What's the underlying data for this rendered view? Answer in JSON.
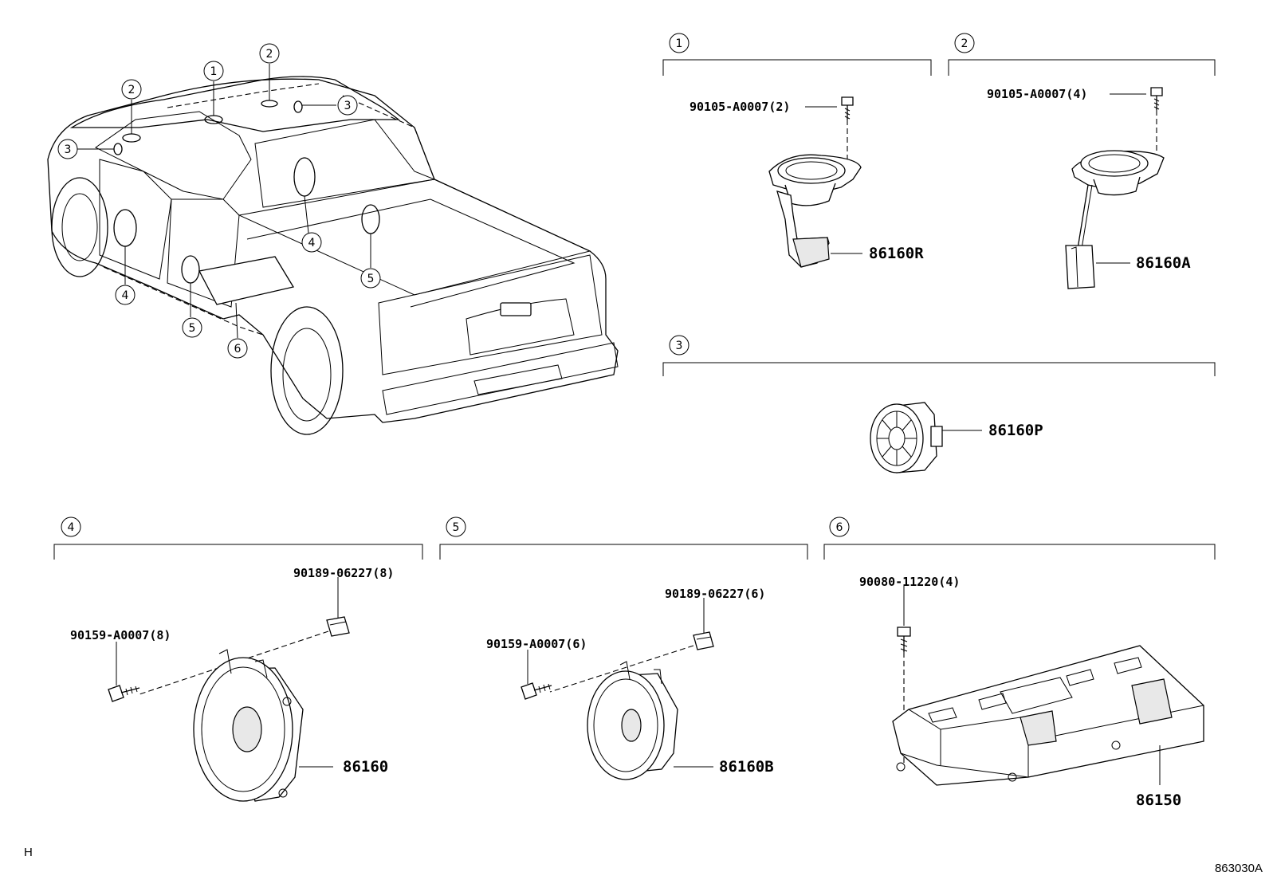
{
  "diagram": {
    "callouts": {
      "c1": "1",
      "c2": "2",
      "c3": "3",
      "c4": "4",
      "c5": "5",
      "c6": "6"
    },
    "parts": {
      "s1_bolt": "90105-A0007(2)",
      "s1_speaker": "86160R",
      "s2_bolt": "90105-A0007(4)",
      "s2_speaker": "86160A",
      "s3_speaker": "86160P",
      "s4_nut": "90189-06227(8)",
      "s4_screw": "90159-A0007(8)",
      "s4_speaker": "86160",
      "s5_nut": "90189-06227(6)",
      "s5_screw": "90159-A0007(6)",
      "s5_speaker": "86160B",
      "s6_bolt": "90080-11220(4)",
      "s6_amplifier": "86150"
    },
    "corner_mark": "H",
    "figure_code": "863030A"
  }
}
